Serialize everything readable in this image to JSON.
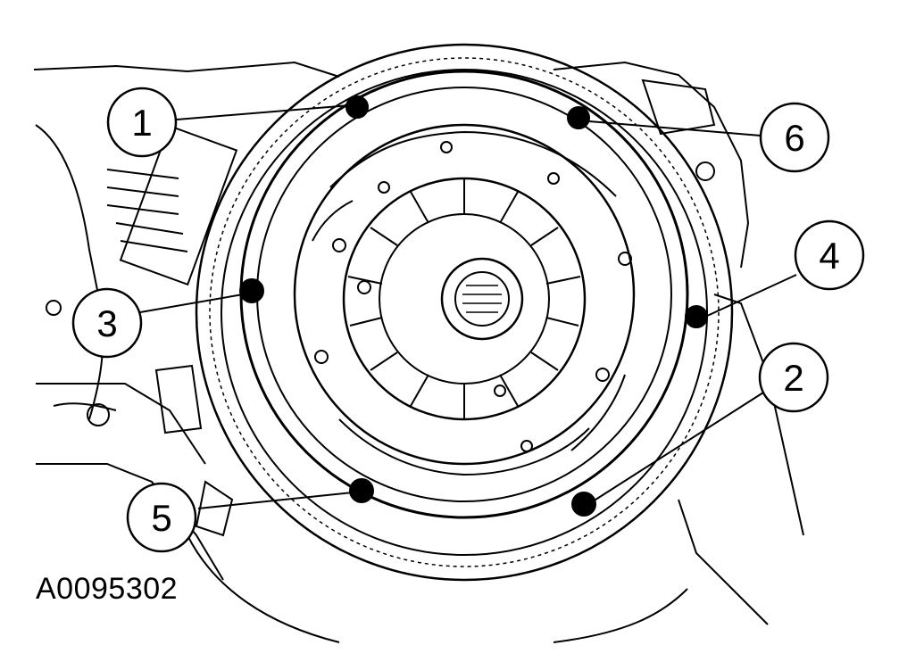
{
  "figure_id": "A0095302",
  "callouts": [
    {
      "id": "1",
      "label": "1"
    },
    {
      "id": "2",
      "label": "2"
    },
    {
      "id": "3",
      "label": "3"
    },
    {
      "id": "4",
      "label": "4"
    },
    {
      "id": "5",
      "label": "5"
    },
    {
      "id": "6",
      "label": "6"
    }
  ],
  "colors": {
    "ink": "#000000",
    "paper": "#ffffff"
  }
}
